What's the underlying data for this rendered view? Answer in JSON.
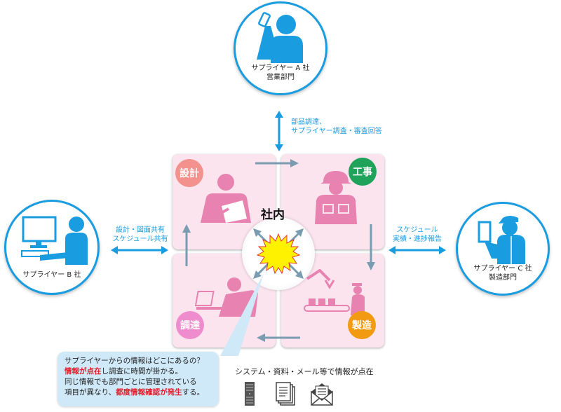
{
  "suppliers": {
    "a": {
      "line1": "サプライヤー A 社",
      "line2": "営業部門"
    },
    "b": {
      "line1": "サプライヤー B 社"
    },
    "c": {
      "line1": "サプライヤー C 社",
      "line2": "製造部門"
    }
  },
  "flows": {
    "a": {
      "line1": "部品調達、",
      "line2": "サプライヤー調査・審査回答"
    },
    "b": {
      "line1": "設計・図面共有",
      "line2": "スケジュール共有"
    },
    "c": {
      "line1": "スケジュール",
      "line2": "実績・進捗報告"
    }
  },
  "center": {
    "label": "社内"
  },
  "departments": [
    {
      "label": "設計",
      "color": "#f3918c"
    },
    {
      "label": "工事",
      "color": "#1fa35b"
    },
    {
      "label": "調達",
      "color": "#ee8ccd"
    },
    {
      "label": "製造",
      "color": "#f29a12"
    }
  ],
  "bubble": {
    "line1": "サプライヤーからの情報はどこにあるの？",
    "line2_red": "情報が点在",
    "line2_rest": "し調査に時間が掛かる。",
    "line3": "同じ情報でも部門ごとに管理されている",
    "line4_pre": "項目が異なり、",
    "line4_red": "都度情報確認が発生",
    "line4_post": "する。"
  },
  "scatter": {
    "title": "システム・資料・メール等で情報が点在"
  },
  "colors": {
    "accent": "#1a9ce0",
    "quad_bg": "#fbe4ee",
    "figure_pink": "#e882b0",
    "arrow_gray": "#7a9cb0"
  }
}
